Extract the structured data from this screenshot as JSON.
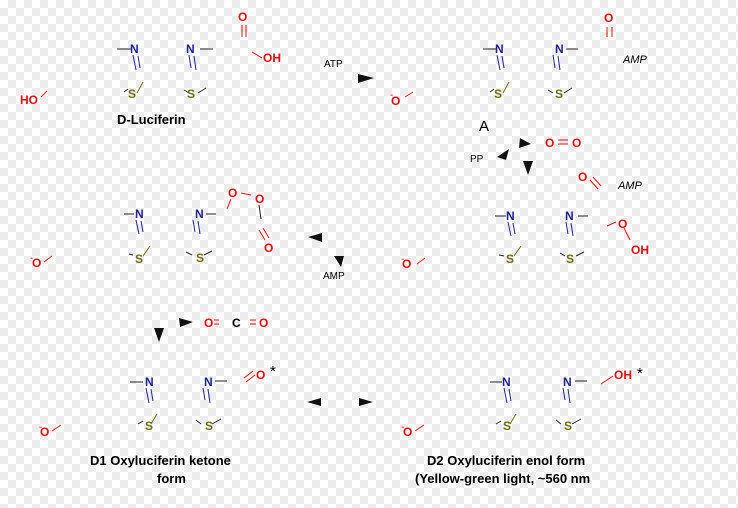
{
  "colors": {
    "nitrogen": "#22228c",
    "sulfur": "#6e6e10",
    "oxygen": "#dd1111",
    "bond": "#222222",
    "arrow": "#111111"
  },
  "atoms": {
    "n": "N",
    "s": "S",
    "o": "O",
    "oh": "OH",
    "ho": "HO",
    "c": "C",
    "o_minus": "O",
    "minus": "-"
  },
  "labels": {
    "atp": "ATP",
    "amp": "AMP",
    "pp": "PP",
    "a": "A",
    "star": "*",
    "d_luciferin": "D-Luciferin",
    "d1_line1": "D1  Oxyluciferin ketone",
    "d1_line2": "form",
    "d2_line1": "D2  Oxyluciferin enol form",
    "d2_line2": "(Yellow-green light, ~560 nm"
  }
}
